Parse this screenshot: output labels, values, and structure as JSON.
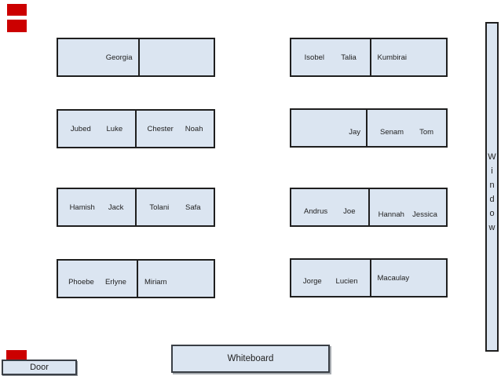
{
  "colors": {
    "desk_fill": "#dbe5f1",
    "desk_border": "#1f1f1f",
    "marker_red": "#cc0000",
    "text": "#1f1f1f"
  },
  "room": {
    "window": {
      "label": "Window",
      "letters": [
        "W",
        "i",
        "n",
        "d",
        "o",
        "w"
      ]
    },
    "door": {
      "label": "Door"
    },
    "whiteboard": {
      "label": "Whiteboard"
    }
  },
  "desks": [
    {
      "id": "l1",
      "position": "left-row-1",
      "halves": [
        {
          "align": "right",
          "names": [
            "Georgia"
          ]
        },
        {
          "align": "empty",
          "names": []
        }
      ]
    },
    {
      "id": "l2",
      "position": "left-row-2",
      "halves": [
        {
          "align": "split",
          "names": [
            "Jubed",
            "Luke"
          ]
        },
        {
          "align": "split",
          "names": [
            "Chester",
            "Noah"
          ]
        }
      ]
    },
    {
      "id": "l3",
      "position": "left-row-3",
      "halves": [
        {
          "align": "split",
          "names": [
            "Hamish",
            "Jack"
          ]
        },
        {
          "align": "split",
          "names": [
            "Tolani",
            "Safa"
          ]
        }
      ]
    },
    {
      "id": "l4",
      "position": "left-row-4",
      "halves": [
        {
          "align": "split",
          "names": [
            "Phoebe",
            "Erlyne"
          ]
        },
        {
          "align": "left",
          "names": [
            "Miriam"
          ]
        }
      ]
    },
    {
      "id": "r1",
      "position": "right-row-1",
      "halves": [
        {
          "align": "split",
          "names": [
            "Isobel",
            "Talia"
          ]
        },
        {
          "align": "left",
          "names": [
            "Kumbirai"
          ]
        }
      ]
    },
    {
      "id": "r2",
      "position": "right-row-2",
      "halves": [
        {
          "align": "right",
          "names": [
            "Jay"
          ]
        },
        {
          "align": "split",
          "names": [
            "Senam",
            "Tom"
          ]
        }
      ]
    },
    {
      "id": "r3",
      "position": "right-row-3",
      "halves": [
        {
          "align": "split",
          "names": [
            "Andrus",
            "Joe"
          ]
        },
        {
          "align": "split",
          "names": [
            "Hannah",
            "Jessica"
          ]
        }
      ]
    },
    {
      "id": "r4",
      "position": "right-row-4",
      "halves": [
        {
          "align": "split",
          "names": [
            "Jorge",
            "Lucien"
          ]
        },
        {
          "align": "left",
          "names": [
            "Macaulay"
          ]
        }
      ]
    }
  ],
  "decor": {
    "red_markers": [
      "top-left-1",
      "top-left-2",
      "bottom-left"
    ]
  }
}
